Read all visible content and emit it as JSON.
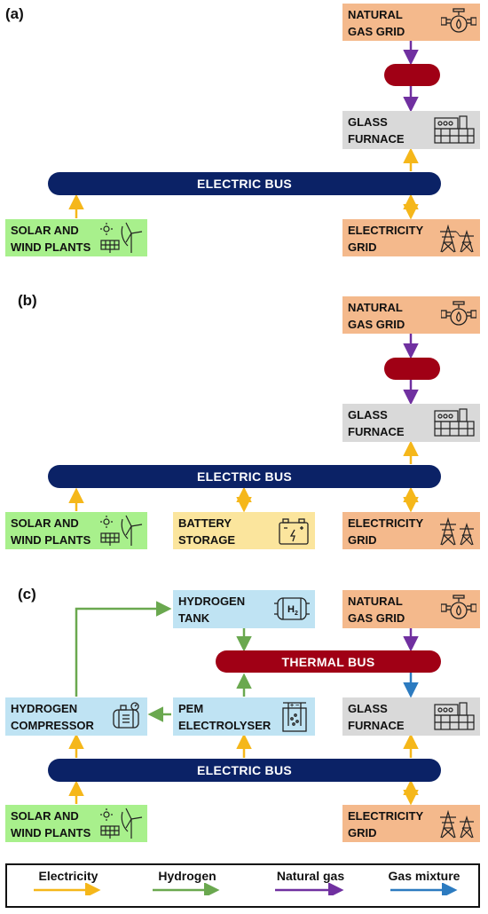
{
  "panels": [
    {
      "label": "(a)",
      "natural_gas_grid": [
        "NATURAL",
        "GAS GRID"
      ],
      "glass_furnace": [
        "GLASS",
        "FURNACE"
      ],
      "electric_bus": "ELECTRIC BUS",
      "solar_wind": [
        "SOLAR AND",
        "WIND PLANTS"
      ],
      "electricity_grid": [
        "ELECTRICITY",
        "GRID"
      ]
    },
    {
      "label": "(b)",
      "natural_gas_grid": [
        "NATURAL",
        "GAS GRID"
      ],
      "glass_furnace": [
        "GLASS",
        "FURNACE"
      ],
      "electric_bus": "ELECTRIC BUS",
      "solar_wind": [
        "SOLAR AND",
        "WIND PLANTS"
      ],
      "battery_storage": [
        "BATTERY",
        "STORAGE"
      ],
      "electricity_grid": [
        "ELECTRICITY",
        "GRID"
      ]
    },
    {
      "label": "(c)",
      "hydrogen_tank": [
        "HYDROGEN",
        "TANK"
      ],
      "natural_gas_grid": [
        "NATURAL",
        "GAS GRID"
      ],
      "thermal_bus": "THERMAL BUS",
      "hydrogen_compressor": [
        "HYDROGEN",
        "COMPRESSOR"
      ],
      "pem_electrolyser": [
        "PEM",
        "ELECTROLYSER"
      ],
      "glass_furnace": [
        "GLASS",
        "FURNACE"
      ],
      "electric_bus": "ELECTRIC BUS",
      "solar_wind": [
        "SOLAR AND",
        "WIND PLANTS"
      ],
      "electricity_grid": [
        "ELECTRICITY",
        "GRID"
      ]
    }
  ],
  "icons": {
    "gas_grid": "gas-valve-flame-icon",
    "furnace": "glass-furnace-icon",
    "solar_wind": "sun-solar-panel-wind-turbine-icon",
    "grid": "transmission-tower-icon",
    "battery": "battery-icon",
    "tank": "hydrogen-tank-icon",
    "compressor": "compressor-icon",
    "electrolyser": "electrolyser-icon"
  },
  "legend": [
    {
      "label": "Electricity",
      "color": "#f5b71a"
    },
    {
      "label": "Hydrogen",
      "color": "#6aa84f"
    },
    {
      "label": "Natural gas",
      "color": "#7030a0"
    },
    {
      "label": "Gas mixture",
      "color": "#2c7bc0"
    }
  ],
  "colors": {
    "electric_bus": "#0b2266",
    "thermal_bus": "#a00015",
    "natural_gas_box": "#f4b98c",
    "furnace_box": "#d9d9d9",
    "renewables_box": "#a8f08c",
    "battery_box": "#fbe59d",
    "hydrogen_box": "#bfe3f3"
  },
  "h2_symbol": "H",
  "h2_subscript": "2"
}
